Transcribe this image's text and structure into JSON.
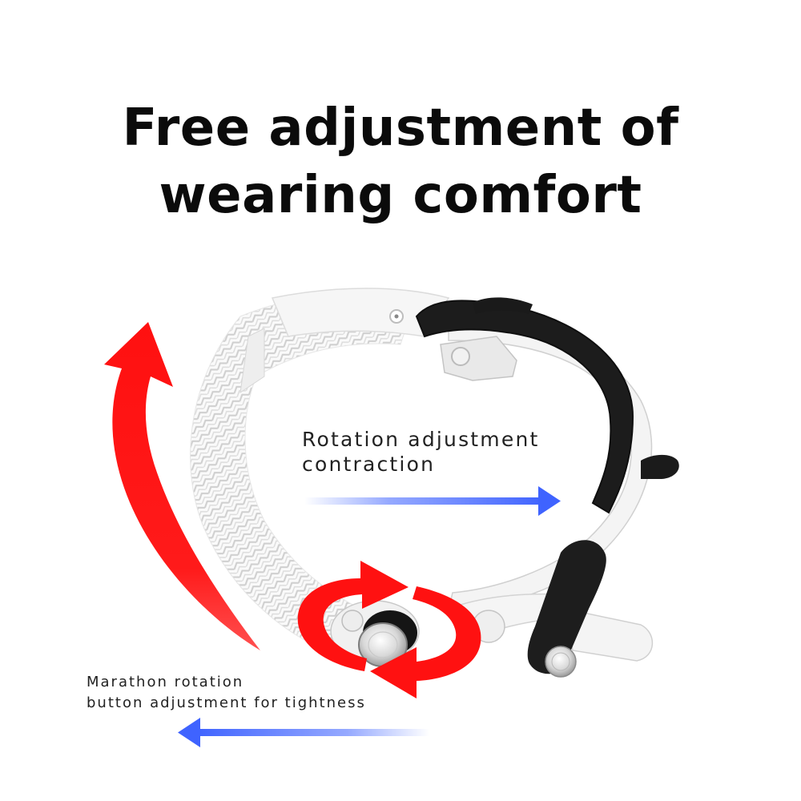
{
  "heading": {
    "line1": "Free adjustment of",
    "line2": "wearing comfort"
  },
  "callouts": {
    "rotation": {
      "line1": "Rotation adjustment",
      "line2": "contraction"
    },
    "marathon": {
      "line1": "Marathon rotation",
      "line2": "button adjustment for tightness"
    }
  },
  "colors": {
    "background": "#ffffff",
    "text": "#0b0b0b",
    "red_arrow": "#ff1010",
    "blue_arrow": "#3f63ff",
    "strap_white": "#f4f4f4",
    "pad_black": "#1a1a1a"
  },
  "icons": {
    "large_arrow": "curved-up-arrow-icon",
    "small_arrows": "circular-rotation-arrows-icon",
    "right_arrow": "arrow-right-icon",
    "left_arrow": "arrow-left-icon",
    "knob": "rotation-knob-icon"
  }
}
